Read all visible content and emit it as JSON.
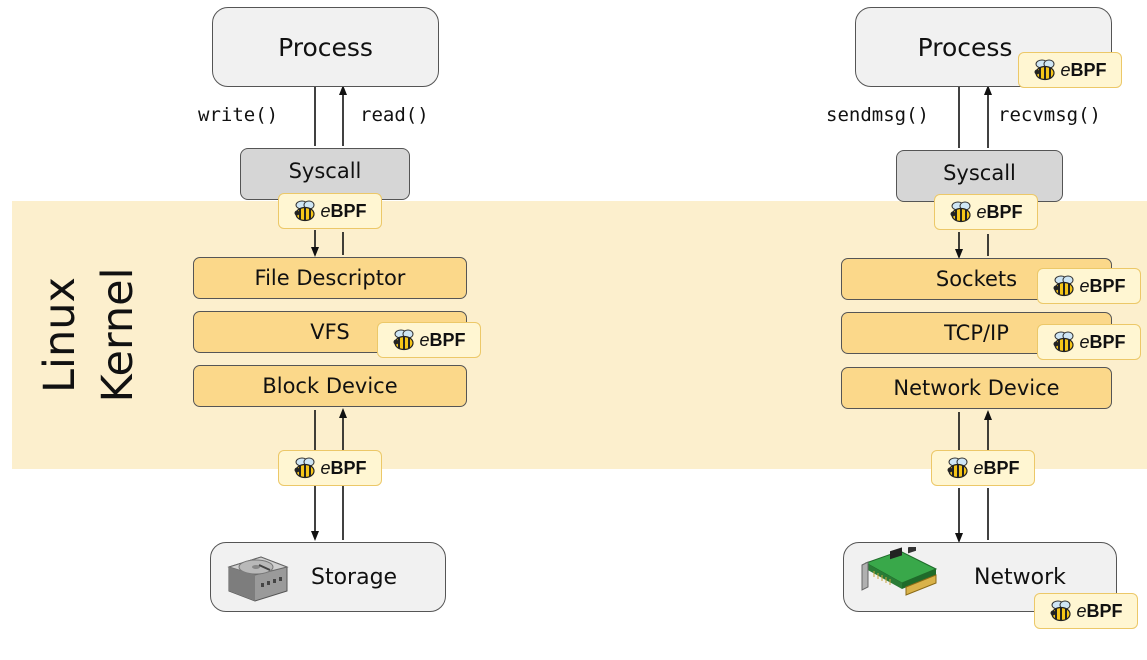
{
  "kernel_label": "Linux\nKernel",
  "badge_text": {
    "prefix": "e",
    "main": "BPF"
  },
  "left": {
    "process": "Process",
    "write_call": "write()",
    "read_call": "read()",
    "syscall": "Syscall",
    "layers": [
      "File Descriptor",
      "VFS",
      "Block Device"
    ],
    "device": "Storage",
    "device_icon": "hard-disk-icon"
  },
  "right": {
    "process": "Process",
    "send_call": "sendmsg()",
    "recv_call": "recvmsg()",
    "syscall": "Syscall",
    "layers": [
      "Sockets",
      "TCP/IP",
      "Network Device"
    ],
    "device": "Network",
    "device_icon": "network-card-icon"
  },
  "colors": {
    "kernel_band": "#fcefcd",
    "layer_fill": "#fbd88a",
    "syscall_fill": "#d6d6d6",
    "box_fill": "#f1f1f1",
    "badge_fill": "#fff6d2",
    "badge_border": "#ecc868"
  }
}
